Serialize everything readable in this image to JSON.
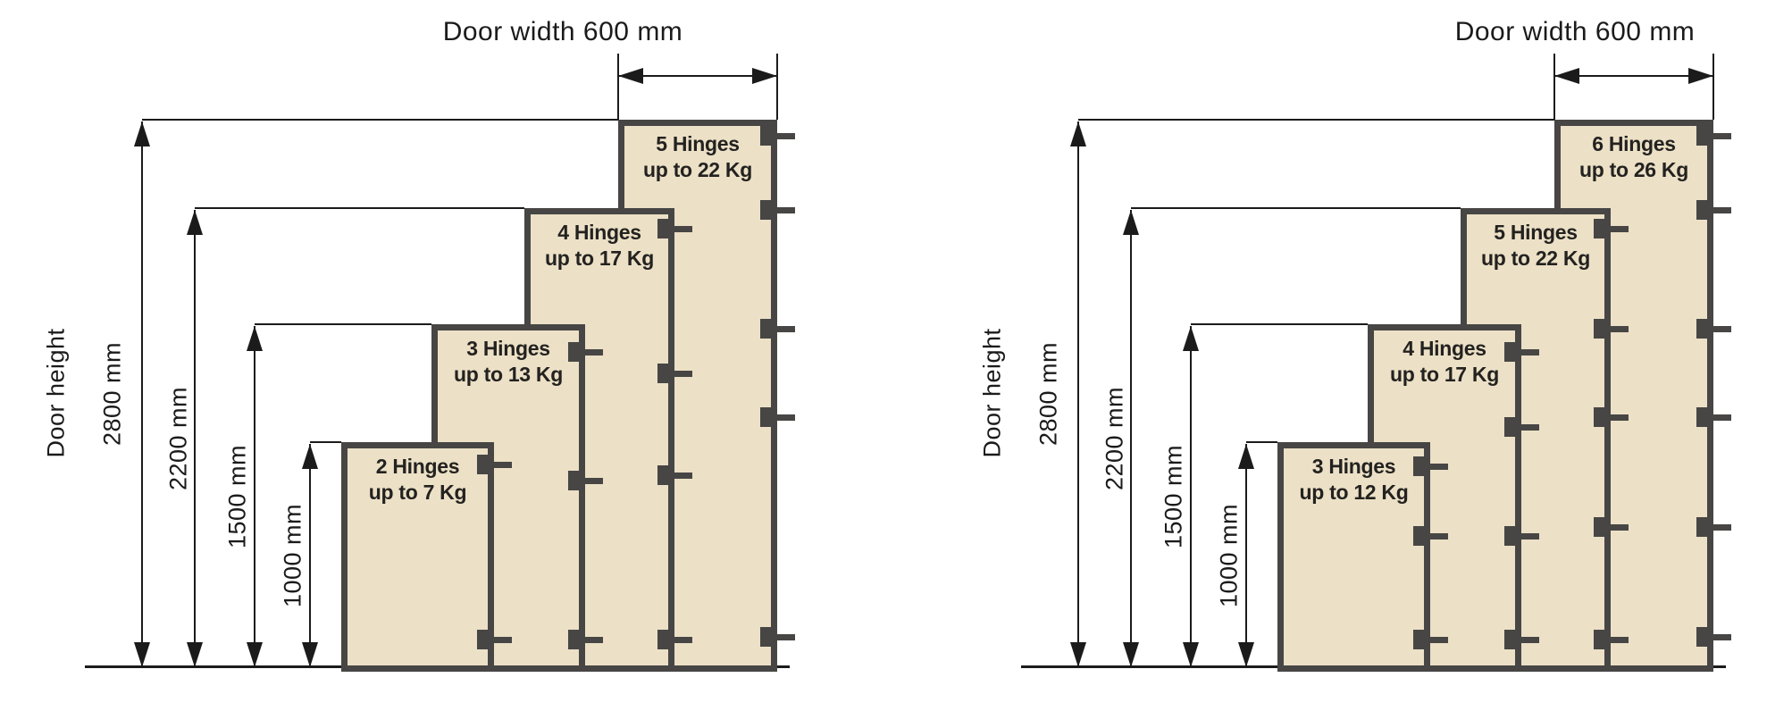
{
  "figure": {
    "description_hint": "door hinge quantity chart",
    "background": "#ffffff"
  },
  "colors": {
    "door_fill": "#ECE0C6",
    "door_border": "#474645",
    "line_color": "#1b1b1b",
    "text_color": "#1b1b1b",
    "door_text_color": "#232220"
  },
  "diagrams": [
    {
      "id": "left",
      "door_width_label": "Door width 600 mm",
      "door_height_label": "Door height",
      "height_dimensions": [
        {
          "mm": 2800,
          "label": "2800 mm"
        },
        {
          "mm": 2200,
          "label": "2200 mm"
        },
        {
          "mm": 1500,
          "label": "1500 mm"
        },
        {
          "mm": 1000,
          "label": "1000 mm"
        }
      ],
      "doors": [
        {
          "height_mm": 2800,
          "hinge_count": 5,
          "max_weight_kg": 22,
          "label_line1": "5 Hinges",
          "label_line2": "up to 22 Kg"
        },
        {
          "height_mm": 2200,
          "hinge_count": 4,
          "max_weight_kg": 17,
          "label_line1": "4 Hinges",
          "label_line2": "up to 17 Kg"
        },
        {
          "height_mm": 1500,
          "hinge_count": 3,
          "max_weight_kg": 13,
          "label_line1": "3 Hinges",
          "label_line2": "up to 13 Kg"
        },
        {
          "height_mm": 1000,
          "hinge_count": 2,
          "max_weight_kg": 7,
          "label_line1": "2 Hinges",
          "label_line2": "up to 7 Kg"
        }
      ]
    },
    {
      "id": "right",
      "door_width_label": "Door width 600 mm",
      "door_height_label": "Door height",
      "height_dimensions": [
        {
          "mm": 2800,
          "label": "2800 mm"
        },
        {
          "mm": 2200,
          "label": "2200 mm"
        },
        {
          "mm": 1500,
          "label": "1500 mm"
        },
        {
          "mm": 1000,
          "label": "1000 mm"
        }
      ],
      "doors": [
        {
          "height_mm": 2800,
          "hinge_count": 6,
          "max_weight_kg": 26,
          "label_line1": "6 Hinges",
          "label_line2": "up to 26 Kg"
        },
        {
          "height_mm": 2200,
          "hinge_count": 5,
          "max_weight_kg": 22,
          "label_line1": "5 Hinges",
          "label_line2": "up to 22 Kg"
        },
        {
          "height_mm": 1500,
          "hinge_count": 4,
          "max_weight_kg": 17,
          "label_line1": "4 Hinges",
          "label_line2": "up to 17 Kg"
        },
        {
          "height_mm": 1000,
          "hinge_count": 3,
          "max_weight_kg": 12,
          "label_line1": "3 Hinges",
          "label_line2": "up to 12 Kg"
        }
      ]
    }
  ]
}
